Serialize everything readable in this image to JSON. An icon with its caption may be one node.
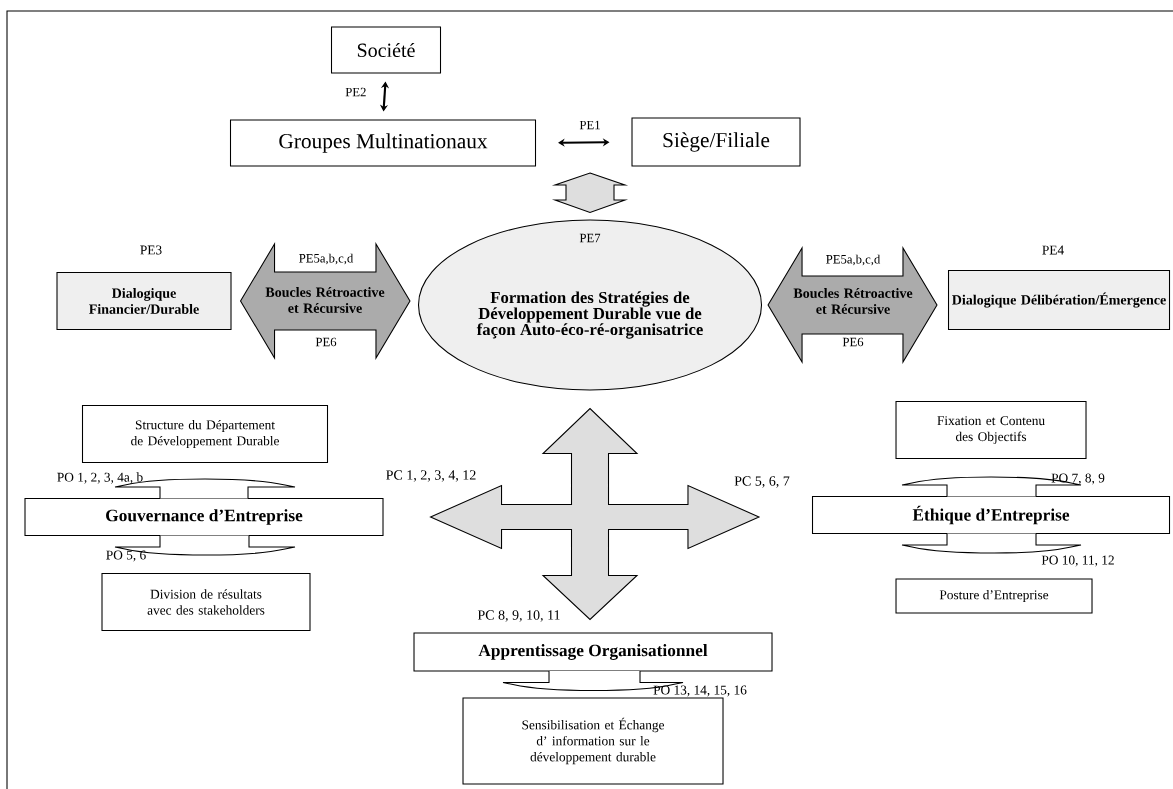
{
  "diagram": {
    "nodes": [
      {
        "text": [
          "Société"
        ]
      },
      {
        "text": [
          "Groupes Multinationaux"
        ]
      },
      {
        "text": [
          "Siège/Filiale"
        ]
      },
      {
        "text": [
          "PE3",
          "Dialogique Financier/Durable"
        ]
      },
      {
        "text": [
          "PE7",
          "Formation des Stratégies de Développement Durable vue de façon Auto-éco-ré-organisatrice"
        ]
      },
      {
        "text": [
          "PE4",
          "Dialogique Délibération/Émergence"
        ]
      },
      {
        "text": [
          "Structure du Département de Développement Durable"
        ]
      },
      {
        "text": [
          "Fixation et Contenu des Objectifs"
        ]
      },
      {
        "text": [
          "Gouvernance d’Entreprise"
        ]
      },
      {
        "text": [
          "Éthique d’Entreprise"
        ]
      },
      {
        "text": [
          "Division de résultats avec des stakeholders"
        ]
      },
      {
        "text": [
          "Posture d’Entreprise"
        ]
      },
      {
        "text": [
          "Apprentissage Organisationnel"
        ]
      },
      {
        "text": [
          "Sensibilisation et Échange d’ information sur le développement durable"
        ]
      }
    ],
    "edges": [
      {
        "from": 0,
        "to": 1,
        "arrow": "both",
        "label": "PE2"
      },
      {
        "from": 1,
        "to": 2,
        "arrow": "both",
        "label": "PE1"
      },
      {
        "from": null,
        "to": 4,
        "arrow": "both"
      },
      {
        "from": 3,
        "to": 4,
        "arrow": "both",
        "label": "Boucles Rétroactive et Récursive"
      },
      {
        "from": 4,
        "to": 5,
        "arrow": "both",
        "label": "Boucles Rétroactive et Récursive"
      },
      {
        "from": 8,
        "to": 9,
        "arrow": "both"
      },
      {
        "from": 4,
        "to": 12,
        "arrow": "both"
      },
      {
        "from": 6,
        "to": 8,
        "arrow": "none",
        "label": "PO 1, 2, 3, 4a, b"
      },
      {
        "from": 10,
        "to": 8,
        "arrow": "none",
        "label": "PO 5, 6"
      },
      {
        "from": 7,
        "to": 9,
        "arrow": "none",
        "label": "PO 7, 8, 9"
      },
      {
        "from": 11,
        "to": 9,
        "arrow": "none",
        "label": "PO 10, 11, 12"
      },
      {
        "from": 13,
        "to": 12,
        "arrow": "none",
        "label": "PO 13, 14, 15, 16"
      }
    ],
    "labels": [
      "PE5a,b,c,d",
      "PE5a,b,c,d",
      "PE6",
      "PE6",
      "PC 1, 2, 3, 4, 12",
      "PC 5, 6, 7",
      "PC 8, 9, 10, 11"
    ]
  }
}
